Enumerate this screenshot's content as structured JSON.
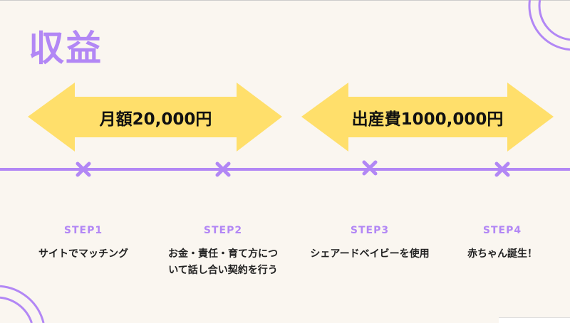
{
  "title": "収益",
  "arrows": [
    {
      "label": "月額20,000円"
    },
    {
      "label": "出産費1000,000円"
    }
  ],
  "steps": [
    {
      "label": "STEP1",
      "desc": "サイトでマッチング"
    },
    {
      "label": "STEP2",
      "desc": "お金・責任・育て方について話し合い契約を行う"
    },
    {
      "label": "STEP3",
      "desc": "シェアードベイビーを使用"
    },
    {
      "label": "STEP4",
      "desc": "赤ちゃん誕生！"
    }
  ],
  "colors": {
    "accent": "#b287f5",
    "arrow": "#ffdf6b",
    "background": "#faf6f0"
  }
}
